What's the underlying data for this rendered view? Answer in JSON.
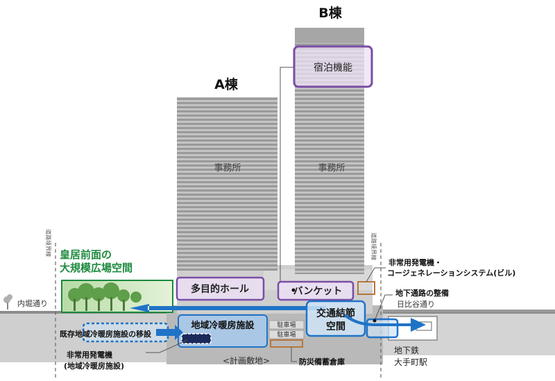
{
  "buildings": {
    "a": {
      "label": "A棟",
      "office": "事務所"
    },
    "b": {
      "label": "B棟",
      "office": "事務所",
      "hotel": "宿泊機能"
    }
  },
  "facilities": {
    "hall": "多目的ホール",
    "banquet": "バンケット",
    "transit_node_line1": "交通結節",
    "transit_node_line2": "空間",
    "district_heating": "地域冷暖房施設",
    "parking_1": "駐車場",
    "parking_2": "駐車場",
    "disaster_storage": "防災備蓄倉庫",
    "existing_dhc_relocation": "既存地域冷暖房施設の移設",
    "plaza_line1": "皇居前面の",
    "plaza_line2": "大規模広場空間"
  },
  "callouts": {
    "generator_cogen_line1": "非常用発電機・",
    "generator_cogen_line2": "コージェネレーションシステム(ビル)",
    "underground_passage": "地下通路の整備",
    "emergency_generator_line1": "非常用発電機",
    "emergency_generator_line2": "(地域冷暖房施設)"
  },
  "context": {
    "left_road": "内堀通り",
    "right_road": "日比谷通り",
    "subway_line1": "地下鉄",
    "subway_line2": "大手町駅",
    "site": "<計画敷地>",
    "boundary_left": "道路境界線",
    "boundary_right": "道路境界線"
  },
  "colors": {
    "purple": "#7a4da6",
    "green": "#1d8a3e",
    "blue": "#1f73c7",
    "orange": "#b8763a",
    "ground": "#bfbfbf",
    "tower": "#a9a9a9"
  }
}
